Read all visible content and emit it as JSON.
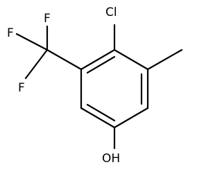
{
  "molecule": {
    "atoms": [
      {
        "id": "F1",
        "symbol": "F"
      },
      {
        "id": "F2",
        "symbol": "F"
      },
      {
        "id": "F3",
        "symbol": "F"
      },
      {
        "id": "Cl",
        "symbol": "Cl"
      },
      {
        "id": "OH",
        "symbol": "OH"
      }
    ],
    "colors": {
      "bond": "#000000",
      "label": "#000000",
      "background": "#ffffff"
    }
  }
}
